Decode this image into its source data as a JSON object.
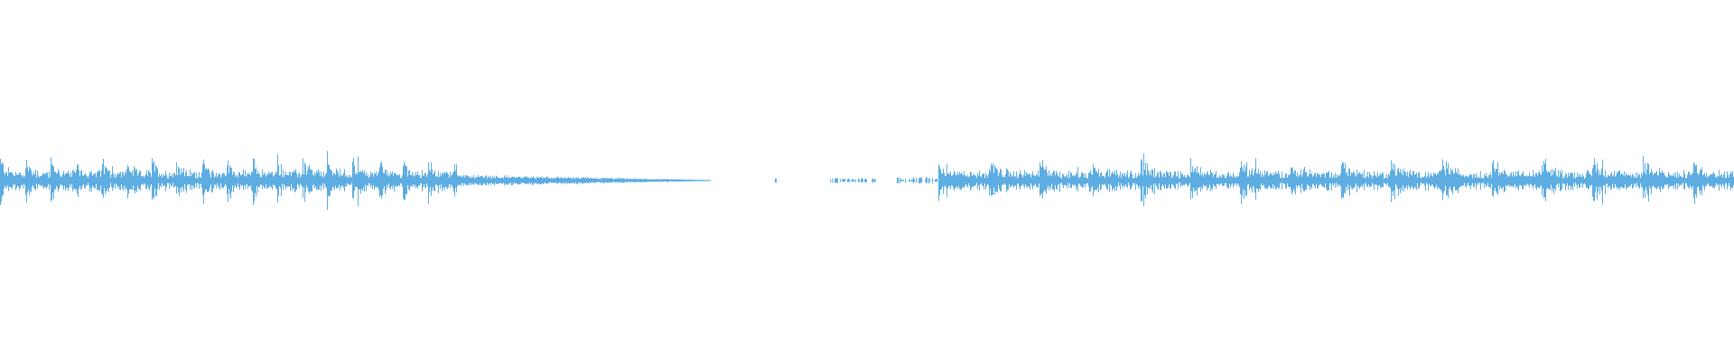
{
  "waveform": {
    "color": "#5dade2",
    "background": "#ffffff",
    "centerline": 0.5,
    "peak_amplitude": 0.14,
    "time_span": [
      0,
      1
    ],
    "segments": [
      {
        "start": 0.0,
        "end": 0.264,
        "kind": "active",
        "level": 0.55,
        "beat_every": 0.0145,
        "beat_level": 1.0
      },
      {
        "start": 0.264,
        "end": 0.41,
        "kind": "decay",
        "level": 0.1
      },
      {
        "start": 0.447,
        "end": 0.448,
        "kind": "dot",
        "level": 0.04
      },
      {
        "start": 0.478,
        "end": 0.505,
        "kind": "sparse",
        "level": 0.05
      },
      {
        "start": 0.517,
        "end": 0.541,
        "kind": "sparse",
        "level": 0.07
      },
      {
        "start": 0.541,
        "end": 1.0,
        "kind": "active",
        "level": 0.5,
        "beat_every": 0.029,
        "beat_level": 1.0
      }
    ]
  }
}
